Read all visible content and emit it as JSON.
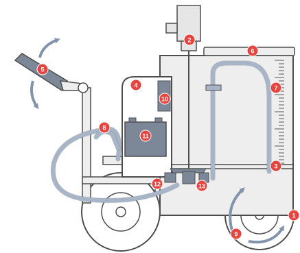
{
  "colors": {
    "outline": "#4d4d4d",
    "body_fill": "#eeeeee",
    "hose_fill": "#a7b5c7",
    "hose_stroke": "#55657a",
    "motor_fill": "#e6e6e6",
    "dark_part": "#7c8898",
    "marker_fill": "#e8443f",
    "marker_stroke": "#ffffff",
    "arrow_color": "#8294ab",
    "tick_color": "#555555"
  },
  "callouts": [
    {
      "id": "1",
      "label": "1"
    },
    {
      "id": "2",
      "label": "2"
    },
    {
      "id": "3",
      "label": "3"
    },
    {
      "id": "4",
      "label": "4"
    },
    {
      "id": "5",
      "label": "5"
    },
    {
      "id": "6",
      "label": "6"
    },
    {
      "id": "7",
      "label": "7"
    },
    {
      "id": "8",
      "label": "8"
    },
    {
      "id": "9",
      "label": "9"
    },
    {
      "id": "10",
      "label": "10"
    },
    {
      "id": "11",
      "label": "11"
    },
    {
      "id": "12",
      "label": "12"
    },
    {
      "id": "13",
      "label": "13"
    }
  ]
}
